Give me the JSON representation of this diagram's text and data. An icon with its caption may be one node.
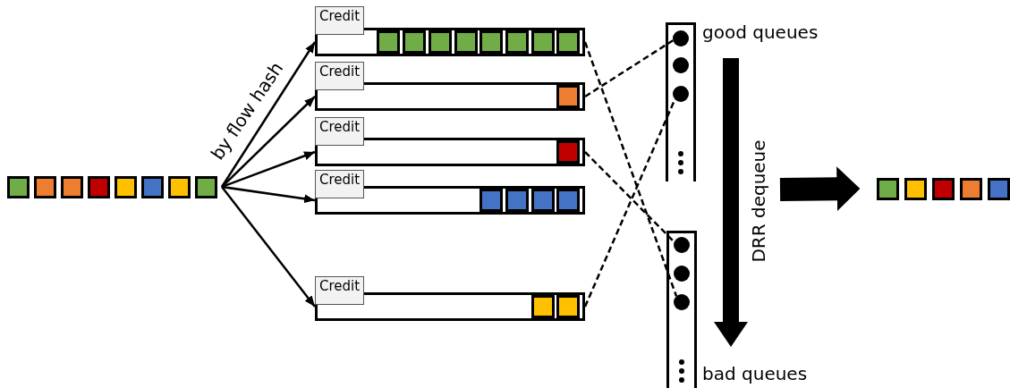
{
  "diagram": {
    "nodes": [
      {
        "text": [],
        "shape": "box"
      },
      {
        "text": [
          "Credit"
        ]
      },
      {
        "text": [
          "Credit"
        ]
      },
      {
        "text": [
          "Credit"
        ]
      },
      {
        "text": [
          "Credit"
        ]
      },
      {
        "text": [
          "Credit"
        ]
      },
      {
        "text": [],
        "shape": "box",
        "beside": [
          "good queues"
        ]
      },
      {
        "text": [],
        "shape": "circle",
        "in": 6
      },
      {
        "text": [],
        "shape": "circle",
        "in": 6
      },
      {
        "text": [],
        "shape": "circle",
        "in": 6
      },
      {
        "text": [],
        "shape": "box",
        "beside": [
          "bad queues"
        ]
      },
      {
        "text": [],
        "shape": "circle",
        "in": 10
      },
      {
        "text": [],
        "shape": "circle",
        "in": 10
      },
      {
        "text": [],
        "shape": "circle",
        "in": 10
      },
      {
        "text": [],
        "shape": "box"
      }
    ],
    "edges": [
      {
        "from": 0,
        "to": 1,
        "arrow": "to",
        "label": "by flow hash"
      },
      {
        "from": 0,
        "to": 2,
        "arrow": "to"
      },
      {
        "from": 0,
        "to": 3,
        "arrow": "to"
      },
      {
        "from": 0,
        "to": 4,
        "arrow": "to"
      },
      {
        "from": 0,
        "to": 5,
        "arrow": "to"
      },
      {
        "from": 1,
        "to": 13,
        "arrow": "none",
        "style": "dashed"
      },
      {
        "from": 2,
        "to": 7,
        "arrow": "none",
        "style": "dashed"
      },
      {
        "from": 3,
        "to": 11,
        "arrow": "none",
        "style": "dashed"
      },
      {
        "from": 5,
        "to": 9,
        "arrow": "none",
        "style": "dashed"
      },
      {
        "from": null,
        "to": 14,
        "arrow": "to",
        "style": "thick"
      }
    ],
    "labels": [
      "DRR dequeue"
    ]
  }
}
